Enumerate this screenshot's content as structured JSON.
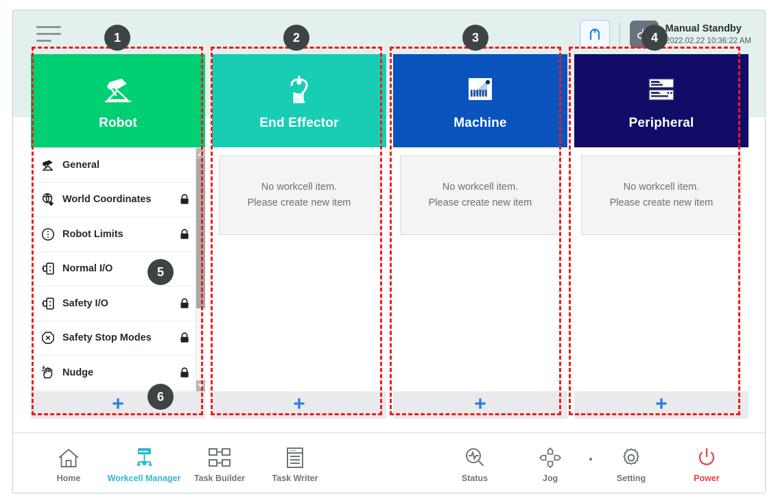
{
  "header": {
    "menu_icon": "hamburger-menu-icon",
    "reset_icon": "robot-reset-icon",
    "mode_icon": "manual-hand-icon",
    "mode_title": "Manual Standby",
    "mode_time": "2022.02.22 10:36:22 AM"
  },
  "colors": {
    "robot": "#00cf72",
    "end_effector": "#19cdb4",
    "machine": "#0a53bd",
    "peripheral": "#100c68",
    "accent_plus": "#2a7fe0",
    "active_nav": "#2fb7cf",
    "power": "#e8413c",
    "header_band": "#e3f0ed",
    "annotation": "#ef1c1c"
  },
  "cards": [
    {
      "title": "Robot",
      "icon": "robot-arm-icon",
      "color": "#00cf72",
      "add_label": "+",
      "items": [
        {
          "label": "General",
          "icon": "robot-general-icon",
          "locked": false
        },
        {
          "label": "World Coordinates",
          "icon": "world-coordinates-icon",
          "locked": true
        },
        {
          "label": "Robot Limits",
          "icon": "robot-limits-icon",
          "locked": true
        },
        {
          "label": "Normal I/O",
          "icon": "normal-io-icon",
          "locked": false
        },
        {
          "label": "Safety I/O",
          "icon": "safety-io-icon",
          "locked": true
        },
        {
          "label": "Safety Stop Modes",
          "icon": "safety-stop-modes-icon",
          "locked": true
        },
        {
          "label": "Nudge",
          "icon": "nudge-icon",
          "locked": true
        }
      ]
    },
    {
      "title": "End Effector",
      "icon": "gripper-icon",
      "color": "#19cdb4",
      "add_label": "+",
      "empty_line1": "No workcell item.",
      "empty_line2": "Please create new item"
    },
    {
      "title": "Machine",
      "icon": "machine-icon",
      "color": "#0a53bd",
      "add_label": "+",
      "empty_line1": "No workcell item.",
      "empty_line2": "Please create new item"
    },
    {
      "title": "Peripheral",
      "icon": "peripheral-icon",
      "color": "#100c68",
      "add_label": "+",
      "empty_line1": "No workcell item.",
      "empty_line2": "Please create new item"
    }
  ],
  "bottom_nav": {
    "left": [
      {
        "label": "Home",
        "icon": "home-icon",
        "active": false
      },
      {
        "label": "Workcell Manager",
        "icon": "workcell-manager-icon",
        "active": true
      },
      {
        "label": "Task Builder",
        "icon": "task-builder-icon",
        "active": false
      },
      {
        "label": "Task Writer",
        "icon": "task-writer-icon",
        "active": false
      }
    ],
    "right": [
      {
        "label": "Status",
        "icon": "status-icon"
      },
      {
        "label": "Jog",
        "icon": "jog-icon"
      },
      {
        "label": "Setting",
        "icon": "gear-icon"
      },
      {
        "label": "Power",
        "icon": "power-icon"
      }
    ]
  },
  "annotations": [
    {
      "number": "1"
    },
    {
      "number": "2"
    },
    {
      "number": "3"
    },
    {
      "number": "4"
    },
    {
      "number": "5"
    },
    {
      "number": "6"
    }
  ]
}
